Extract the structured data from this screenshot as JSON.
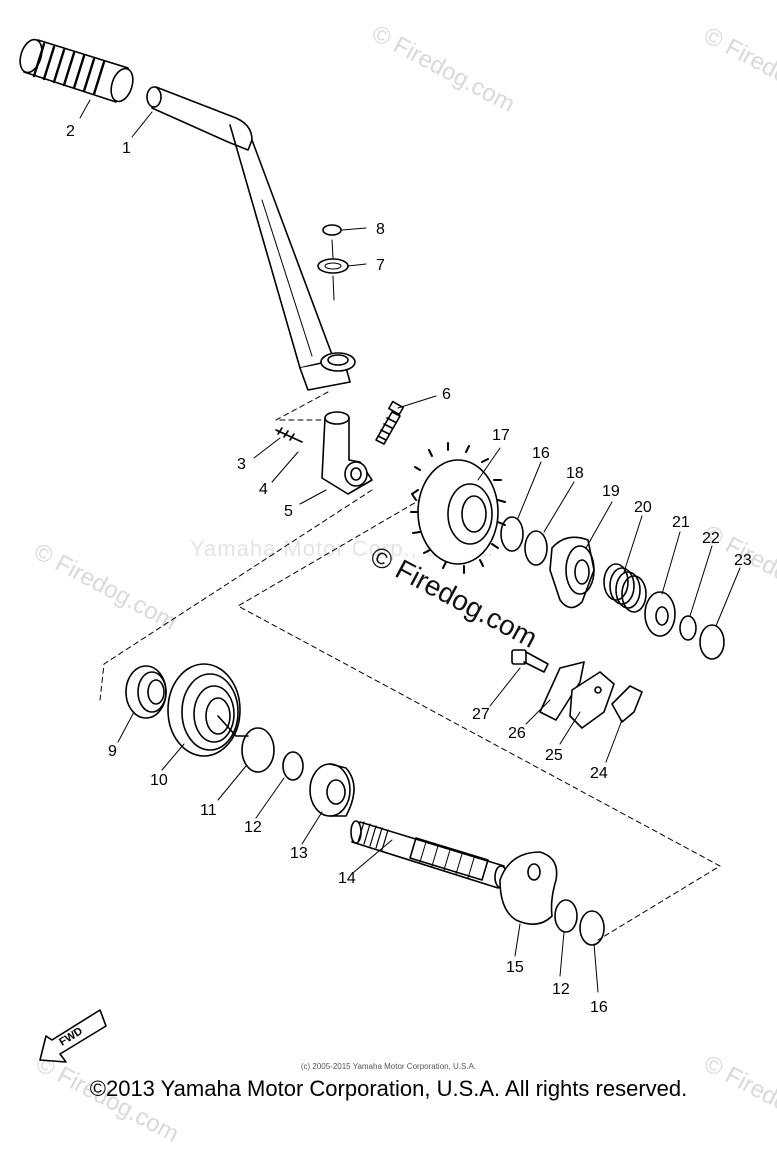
{
  "watermarks": {
    "site": "© Firedog.com",
    "center": "Yamaha Motor Corp., U.S.A."
  },
  "callouts": {
    "n1": "1",
    "n2": "2",
    "n3": "3",
    "n4": "4",
    "n5": "5",
    "n6": "6",
    "n7": "7",
    "n8": "8",
    "n9": "9",
    "n10": "10",
    "n11": "11",
    "n12": "12",
    "n13": "13",
    "n14": "14",
    "n15": "15",
    "n16": "16",
    "n17": "17",
    "n18": "18",
    "n19": "19",
    "n20": "20",
    "n21": "21",
    "n22": "22",
    "n23": "23",
    "n24": "24",
    "n25": "25",
    "n26": "26",
    "n27": "27"
  },
  "fwd_label": "FWD",
  "small_copyright": "(c) 2005-2015 Yamaha Motor Corporation, U.S.A.",
  "footer": "©2013 Yamaha Motor Corporation, U.S.A. All rights reserved."
}
